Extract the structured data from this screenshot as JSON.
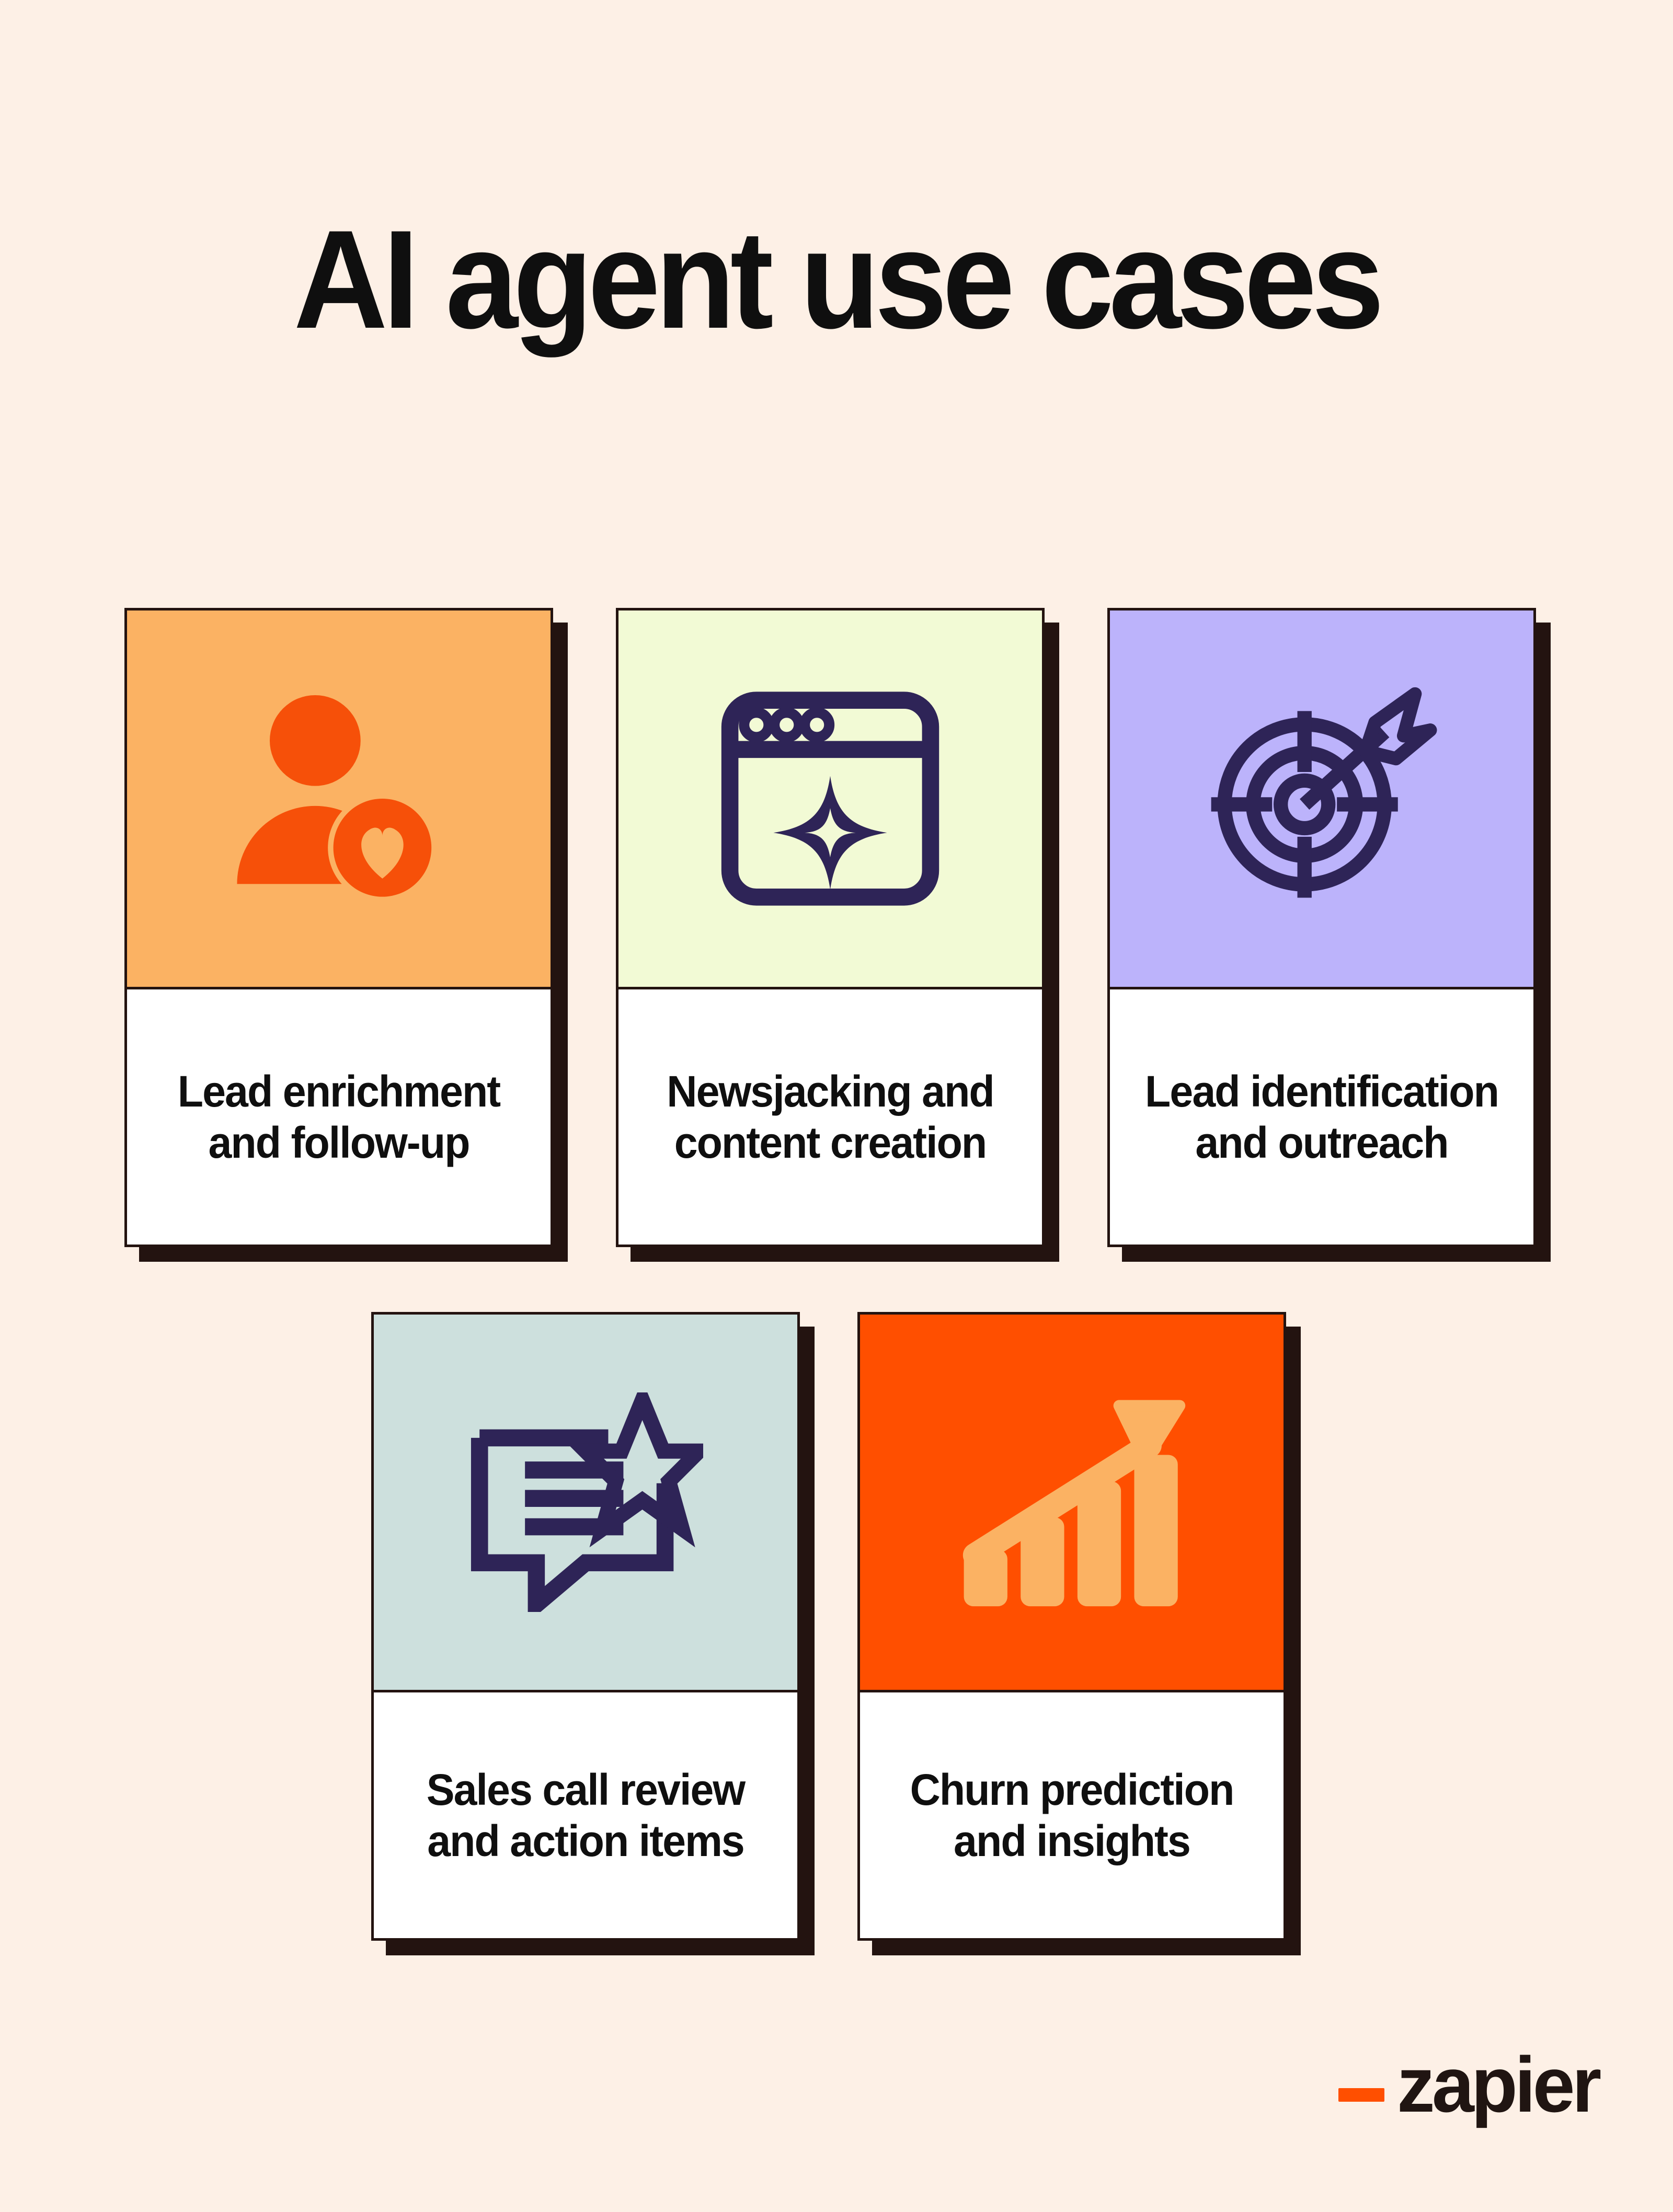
{
  "poster": {
    "title": "AI agent use cases",
    "background_color": "#FDF0E6",
    "shadow_color": "#231310",
    "text_color": "#0F0F0F"
  },
  "cards": [
    {
      "id": "lead-enrichment-and-follow-up",
      "label": "Lead enrichment and follow-up",
      "icon": "person-heart-icon",
      "icon_panel_color": "#FBB263",
      "icon_color": "#F65009",
      "label_panel_color": "#FFFFFF"
    },
    {
      "id": "newsjacking-and-content-creation",
      "label": "Newsjacking and content creation",
      "icon": "browser-sparkle-icon",
      "icon_panel_color": "#F2FAD5",
      "icon_color": "#2E2457",
      "label_panel_color": "#FFFFFF"
    },
    {
      "id": "lead-identification-and-outreach",
      "label": "Lead identification and outreach",
      "icon": "target-arrow-icon",
      "icon_panel_color": "#BCB3FB",
      "icon_color": "#2E2457",
      "label_panel_color": "#FFFFFF"
    },
    {
      "id": "sales-call-review-and-action-items",
      "label": "Sales call review and action items",
      "icon": "speech-bubble-star-icon",
      "icon_panel_color": "#CDE0DD",
      "icon_color": "#2E2457",
      "label_panel_color": "#FFFFFF"
    },
    {
      "id": "churn-prediction-and-insights",
      "label": "Churn prediction and insights",
      "icon": "bar-chart-growth-arrow-icon",
      "icon_panel_color": "#FF4F00",
      "icon_color": "#FBB263",
      "label_panel_color": "#FFFFFF"
    }
  ],
  "logo": {
    "wordmark": "zapier",
    "mark": "underscore-mark",
    "mark_color": "#FF4F00",
    "word_color": "#201512"
  }
}
